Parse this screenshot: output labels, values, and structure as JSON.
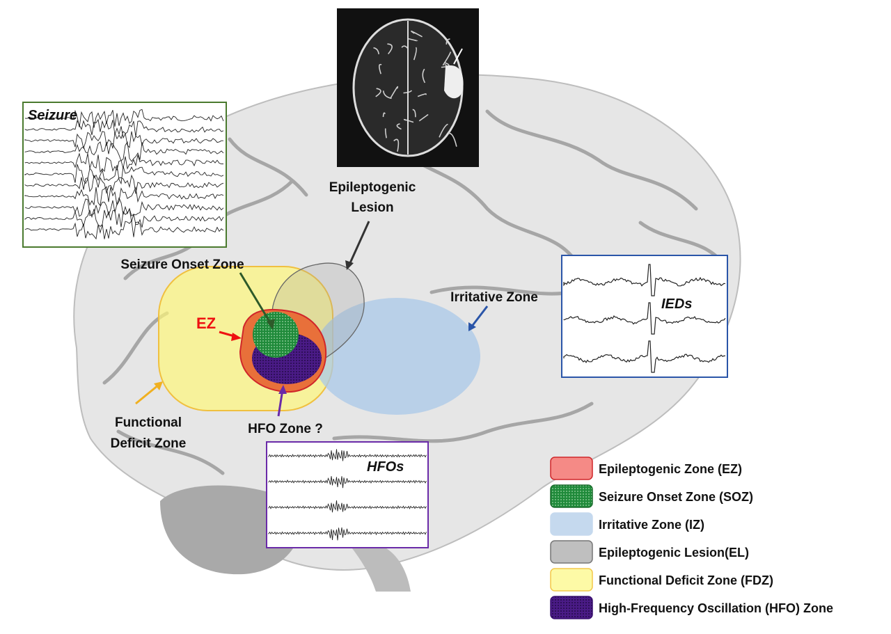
{
  "labels": {
    "lesion_line1": "Epileptogenic",
    "lesion_line2": "Lesion",
    "soz": "Seizure Onset Zone",
    "ez": "EZ",
    "irritative": "Irritative Zone",
    "fdz_line1": "Functional",
    "fdz_line2": "Deficit Zone",
    "hfo_zone": "HFO Zone ?"
  },
  "insets": {
    "seizure": "Seizure",
    "ieds": "IEDs",
    "hfos": "HFOs"
  },
  "legend": [
    {
      "label": "Epileptogenic Zone (EZ)",
      "color": "#f58a86",
      "border": "#d0262a"
    },
    {
      "label": "Seizure Onset Zone (SOZ)",
      "color": "#1f8a3a",
      "border": "#1a6b2c"
    },
    {
      "label": "Irritative Zone (IZ)",
      "color": "#c5d9ee",
      "border": "#c5d9ee"
    },
    {
      "label": "Epileptogenic Lesion(EL)",
      "color": "#bfbfbf",
      "border": "#777777"
    },
    {
      "label": "Functional Deficit Zone (FDZ)",
      "color": "#fdfaa6",
      "border": "#f3c84a"
    },
    {
      "label": "High-Frequency Oscillation (HFO) Zone",
      "color": "#4a1b86",
      "border": "#3a1070"
    }
  ]
}
